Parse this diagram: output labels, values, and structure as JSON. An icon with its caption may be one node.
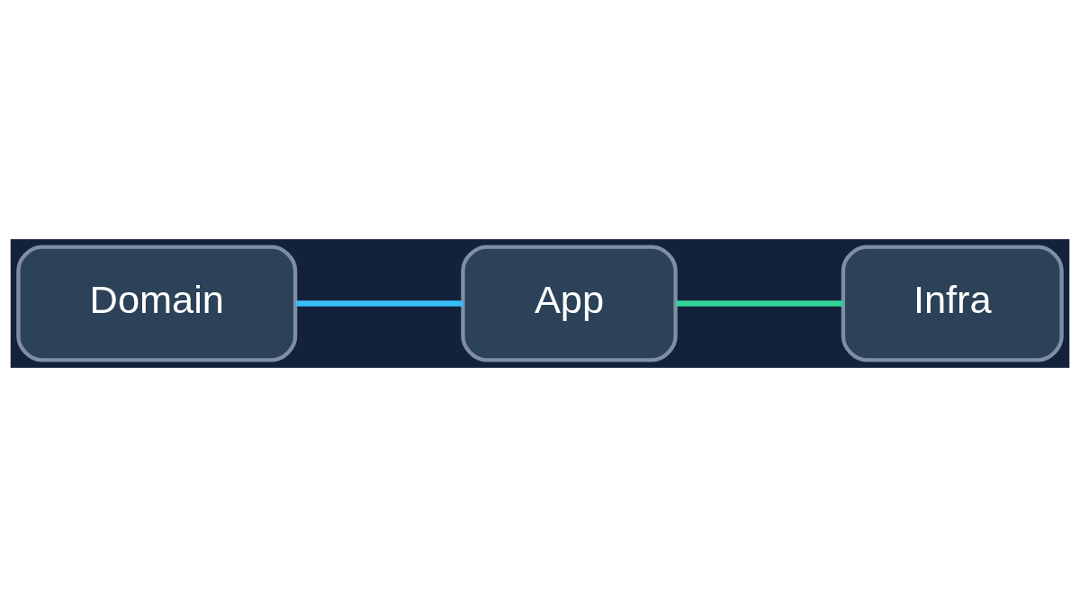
{
  "diagram": {
    "nodes": [
      {
        "text": [
          "Domain"
        ]
      },
      {
        "text": [
          "App"
        ]
      },
      {
        "text": [
          "Infra"
        ]
      }
    ],
    "edges": [
      {
        "from": 0,
        "to": 1,
        "arrow": "none",
        "color": "#38bdf8"
      },
      {
        "from": 1,
        "to": 2,
        "arrow": "none",
        "color": "#34d399"
      }
    ]
  }
}
